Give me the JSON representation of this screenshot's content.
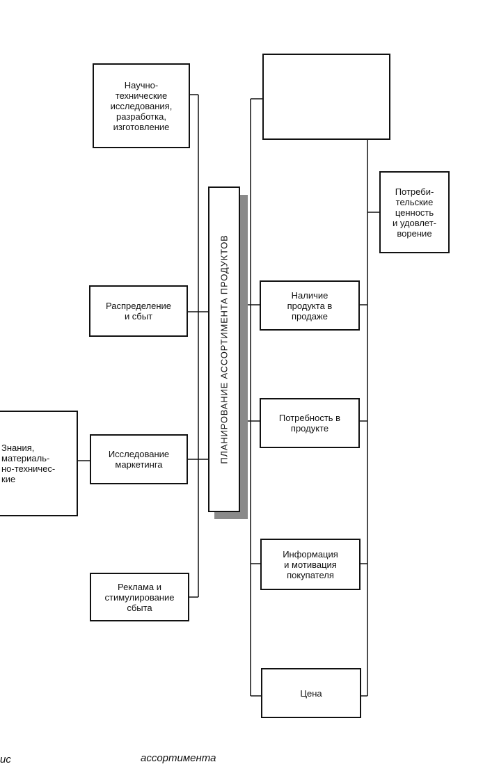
{
  "left_boxes": {
    "research": "Научно-\nтехнические\nисследования,\nразработка,\nизготовление",
    "distribution": "Распределение\nи сбыт",
    "marketing": "Исследование\nмаркетинга",
    "advertising": "Реклама и\nстимулирование\nсбыта"
  },
  "far_left_box": "Знания,\nматериаль-\nно-техничес-\nкие",
  "central_label": "ПЛАНИРОВАНИЕ АССОРТИМЕНТА ПРОДУКТОВ",
  "top_right_box": "",
  "right_boxes": {
    "availability": "Наличие\nпродукта в\nпродаже",
    "need": "Потребность в\nпродукте",
    "information": "Информация\nи мотивация\nпокупателя",
    "price": "Цена"
  },
  "consumer_value_box": "Потреби-\nтельские\nценность\nи удовлет-\nворение",
  "bottom_caption": {
    "left": "ис",
    "center": "ассортимента"
  }
}
